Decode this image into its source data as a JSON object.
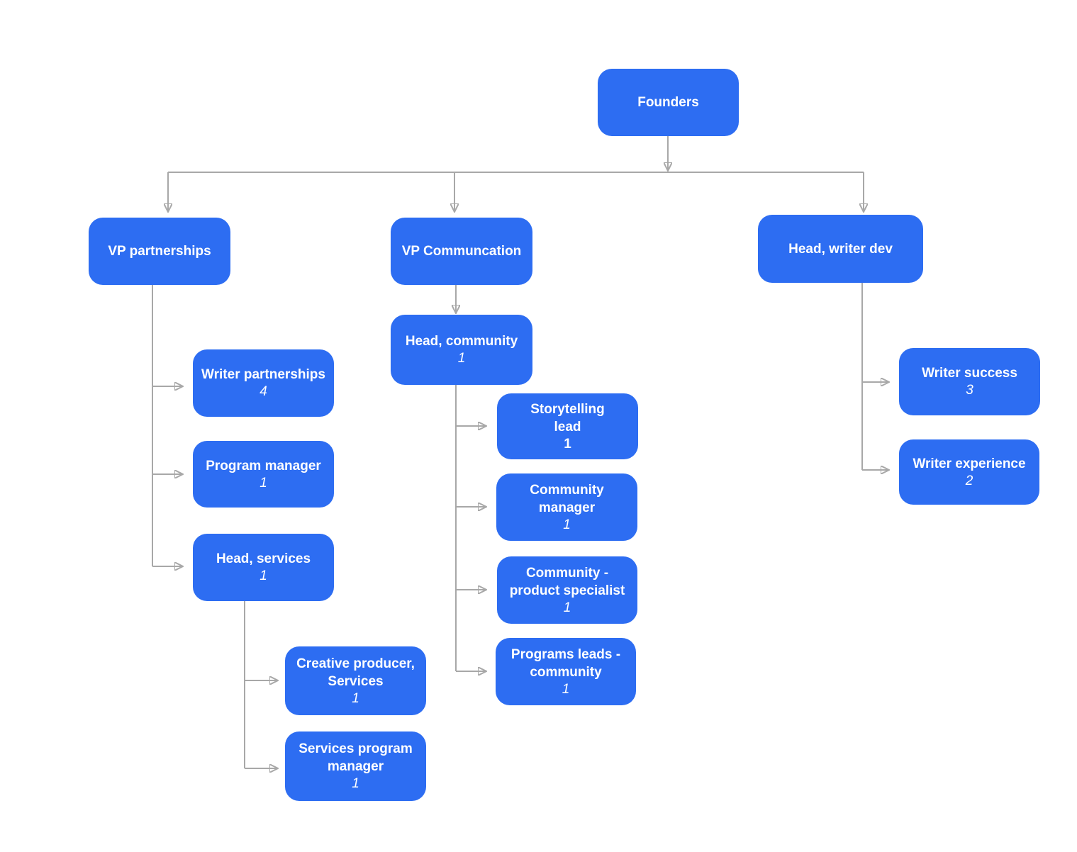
{
  "colors": {
    "node_fill": "#2d6df2",
    "node_text": "#ffffff",
    "connector": "#a8a8a8",
    "canvas_background": "#ffffff"
  },
  "nodes": {
    "founders": {
      "label": "Founders"
    },
    "vp_partnerships": {
      "label": "VP partnerships"
    },
    "vp_communcation": {
      "label": "VP Communcation"
    },
    "head_writer_dev": {
      "label": "Head, writer dev"
    },
    "writer_partnerships": {
      "label": "Writer partnerships",
      "count": "4"
    },
    "program_manager": {
      "label": "Program manager",
      "count": "1"
    },
    "head_services": {
      "label": "Head, services",
      "count": "1"
    },
    "creative_producer_services": {
      "label": "Creative producer,\nServices",
      "count": "1"
    },
    "services_program_manager": {
      "label": "Services program\nmanager",
      "count": "1"
    },
    "head_community": {
      "label": "Head, community",
      "count": "1"
    },
    "storytelling_lead": {
      "label": "Storytelling\nlead",
      "count": "1"
    },
    "community_manager": {
      "label": "Community\nmanager",
      "count": "1"
    },
    "community_product_specialist": {
      "label": "Community -\nproduct specialist",
      "count": "1"
    },
    "programs_leads_community": {
      "label": "Programs leads -\ncommunity",
      "count": "1"
    },
    "writer_success": {
      "label": "Writer success",
      "count": "3"
    },
    "writer_experience": {
      "label": "Writer experience",
      "count": "2"
    }
  },
  "edges": [
    {
      "from": "Founders",
      "to": "VP partnerships"
    },
    {
      "from": "Founders",
      "to": "VP Communcation"
    },
    {
      "from": "Founders",
      "to": "Head, writer dev"
    },
    {
      "from": "VP partnerships",
      "to": "Writer partnerships"
    },
    {
      "from": "VP partnerships",
      "to": "Program manager"
    },
    {
      "from": "VP partnerships",
      "to": "Head, services"
    },
    {
      "from": "Head, services",
      "to": "Creative producer, Services"
    },
    {
      "from": "Head, services",
      "to": "Services program manager"
    },
    {
      "from": "VP Communcation",
      "to": "Head, community"
    },
    {
      "from": "Head, community",
      "to": "Storytelling lead"
    },
    {
      "from": "Head, community",
      "to": "Community manager"
    },
    {
      "from": "Head, community",
      "to": "Community - product specialist"
    },
    {
      "from": "Head, community",
      "to": "Programs leads - community"
    },
    {
      "from": "Head, writer dev",
      "to": "Writer success"
    },
    {
      "from": "Head, writer dev",
      "to": "Writer experience"
    }
  ]
}
